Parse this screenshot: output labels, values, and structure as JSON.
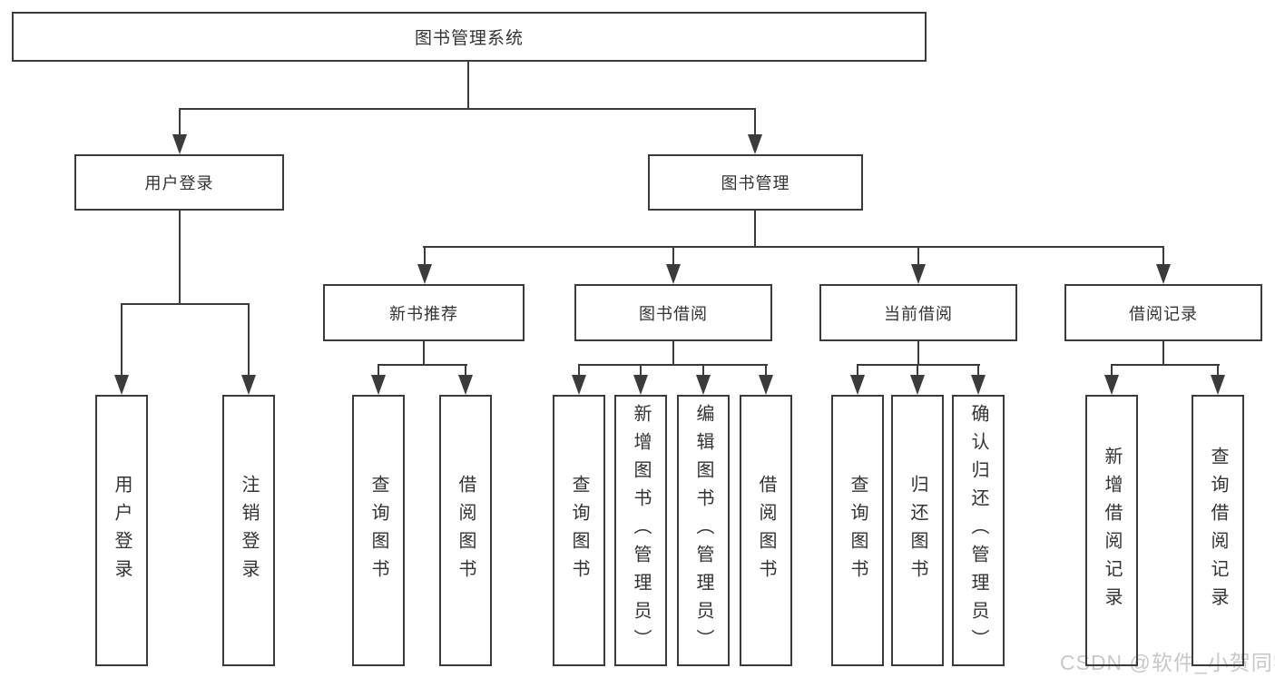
{
  "diagram": {
    "root": {
      "label": "图书管理系统"
    },
    "branches": [
      {
        "label": "用户登录",
        "children": [
          {
            "label": "用户登录"
          },
          {
            "label": "注销登录"
          }
        ]
      },
      {
        "label": "图书管理",
        "children": [
          {
            "label": "新书推荐",
            "children": [
              {
                "label": "查询图书"
              },
              {
                "label": "借阅图书"
              }
            ]
          },
          {
            "label": "图书借阅",
            "children": [
              {
                "label": "查询图书"
              },
              {
                "label": "新增图书（管理员）"
              },
              {
                "label": "编辑图书（管理员）"
              },
              {
                "label": "借阅图书"
              }
            ]
          },
          {
            "label": "当前借阅",
            "children": [
              {
                "label": "查询图书"
              },
              {
                "label": "归还图书"
              },
              {
                "label": "确认归还（管理员）"
              }
            ]
          },
          {
            "label": "借阅记录",
            "children": [
              {
                "label": "新增借阅记录"
              },
              {
                "label": "查询借阅记录"
              }
            ]
          }
        ]
      }
    ],
    "watermark": "CSDN @软件_小贺同学",
    "colors": {
      "line": "#3b3b3b",
      "text": "#333333",
      "watermark": "#c8c8c8",
      "background": "#ffffff"
    }
  }
}
